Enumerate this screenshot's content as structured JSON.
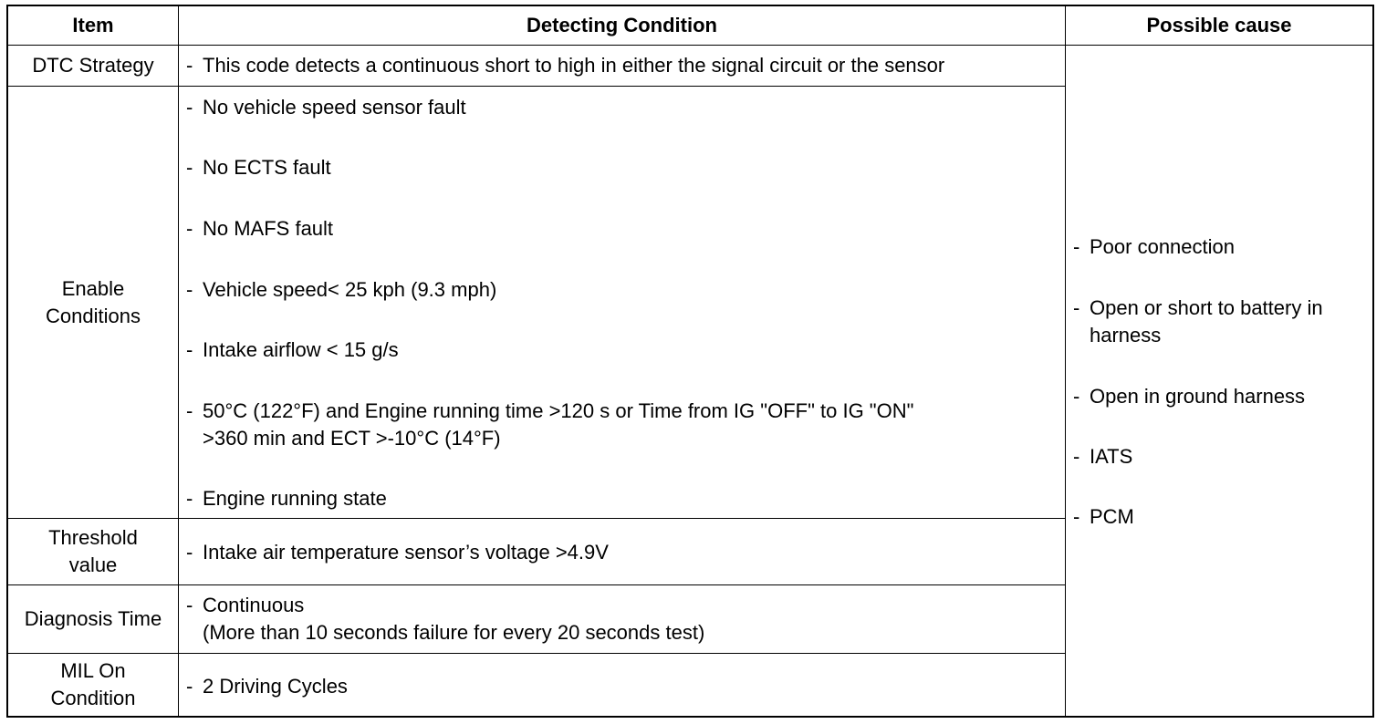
{
  "table": {
    "headers": {
      "item": "Item",
      "detecting_condition": "Detecting Condition",
      "possible_cause": "Possible cause"
    },
    "bullet": "-",
    "rows": [
      {
        "item": [
          "DTC Strategy"
        ],
        "conditions": [
          [
            "This code detects a continuous short to high in either the signal circuit or the sensor"
          ]
        ]
      },
      {
        "item": [
          "Enable",
          "Conditions"
        ],
        "conditions": [
          [
            "No vehicle speed sensor fault"
          ],
          [
            "No ECTS fault"
          ],
          [
            "No MAFS fault"
          ],
          [
            "Vehicle speed< 25 kph (9.3 mph)"
          ],
          [
            "Intake airflow < 15 g/s"
          ],
          [
            "50°C (122°F) and Engine running time >120 s or Time from IG \"OFF\" to IG \"ON\"",
            ">360 min and ECT >-10°C (14°F)"
          ],
          [
            "Engine running state"
          ]
        ]
      },
      {
        "item": [
          "Threshold",
          "value"
        ],
        "conditions": [
          [
            "Intake air temperature sensor’s voltage >4.9V"
          ]
        ]
      },
      {
        "item": [
          "Diagnosis Time"
        ],
        "conditions": [
          [
            "Continuous",
            "(More than 10 seconds failure for every 20 seconds test)"
          ]
        ]
      },
      {
        "item": [
          "MIL On",
          "Condition"
        ],
        "conditions": [
          [
            "2 Driving Cycles"
          ]
        ]
      }
    ],
    "possible_causes": [
      [
        "Poor connection"
      ],
      [
        "Open or short to battery in",
        "harness"
      ],
      [
        "Open in ground harness"
      ],
      [
        "IATS"
      ],
      [
        "PCM"
      ]
    ]
  }
}
